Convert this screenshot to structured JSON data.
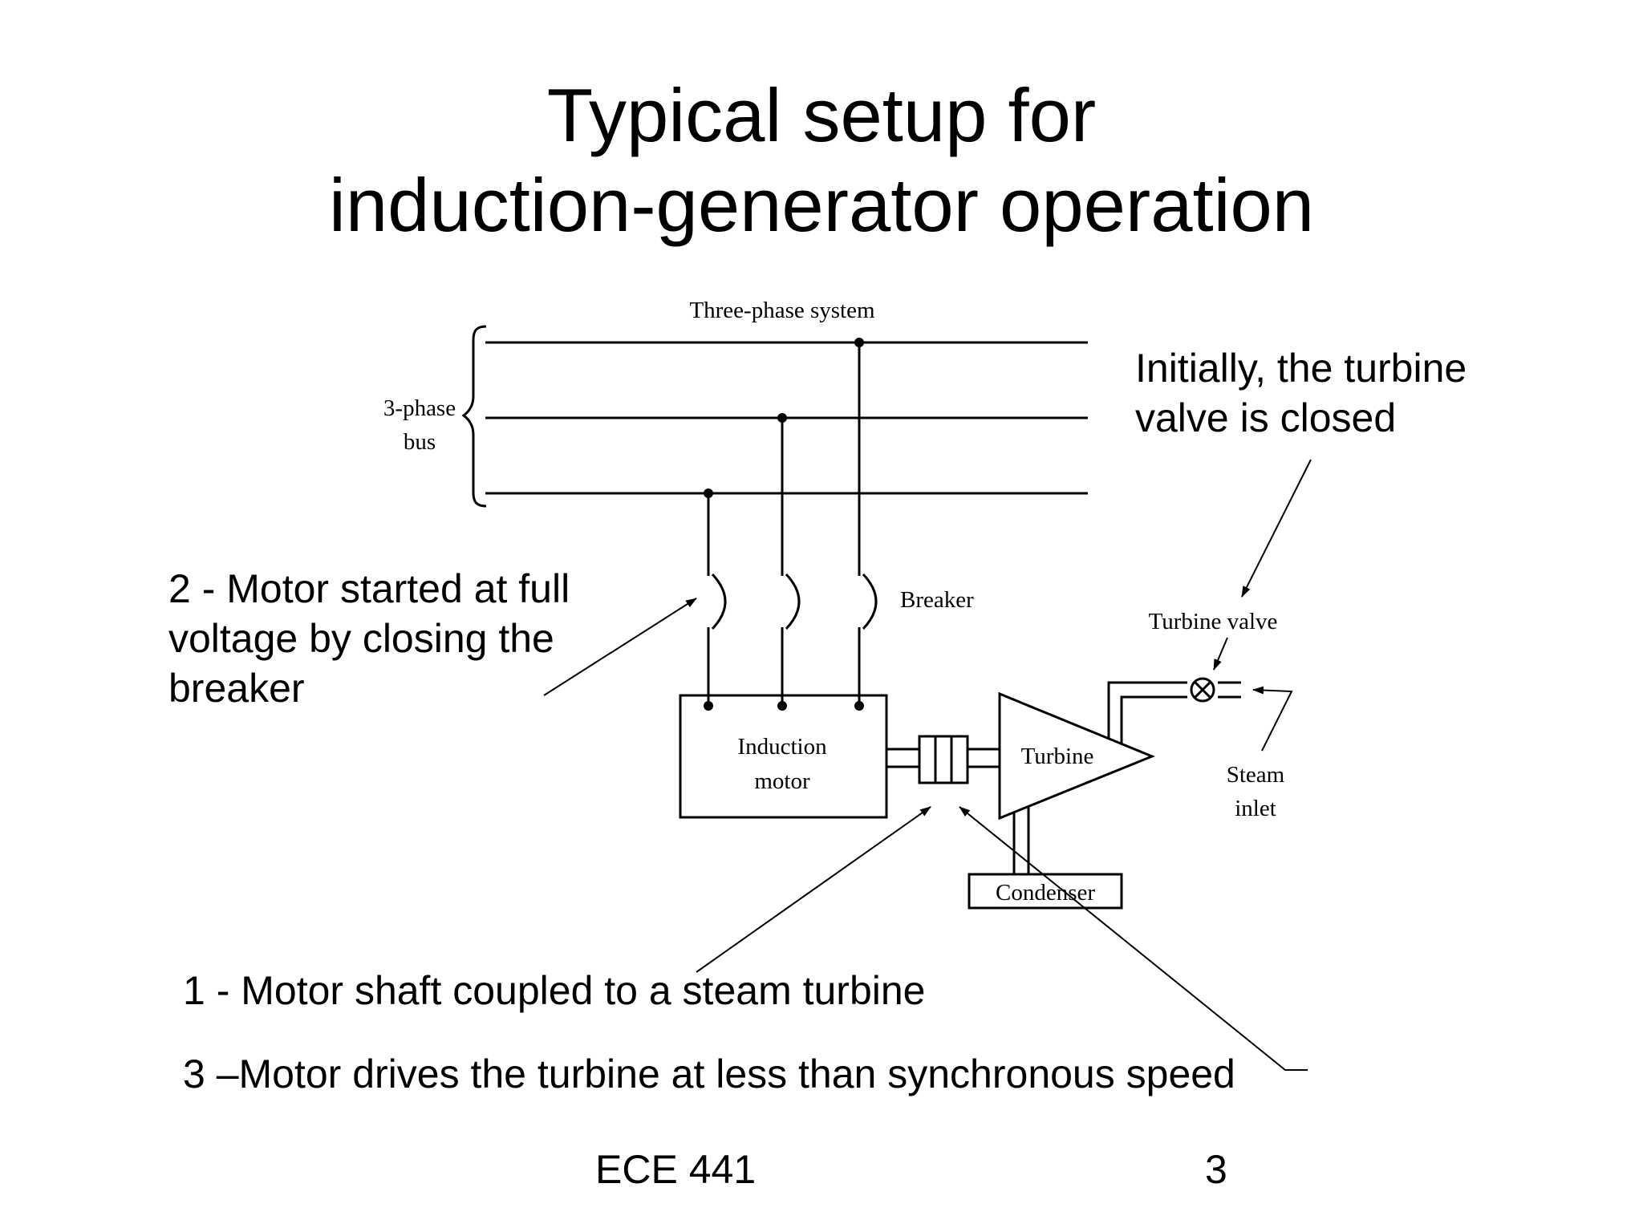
{
  "title": {
    "line1": "Typical setup for",
    "line2": "induction-generator operation"
  },
  "diagram": {
    "system_label": "Three-phase system",
    "bus_label_line1": "3-phase",
    "bus_label_line2": "bus",
    "breaker_label": "Breaker",
    "motor_label_line1": "Induction",
    "motor_label_line2": "motor",
    "turbine_label": "Turbine",
    "turbine_valve_label": "Turbine valve",
    "steam_label_line1": "Steam",
    "steam_label_line2": "inlet",
    "condenser_label": "Condenser"
  },
  "annotations": {
    "valve_line1": "Initially, the turbine",
    "valve_line2": "valve is closed",
    "breaker_line1": "2 - Motor started at full",
    "breaker_line2": "voltage by closing the",
    "breaker_line3": "breaker",
    "coupled": "1 - Motor shaft coupled to a steam turbine",
    "drives": "3 –Motor drives the turbine at less than synchronous speed"
  },
  "footer": {
    "course": "ECE 441",
    "page": "3"
  }
}
